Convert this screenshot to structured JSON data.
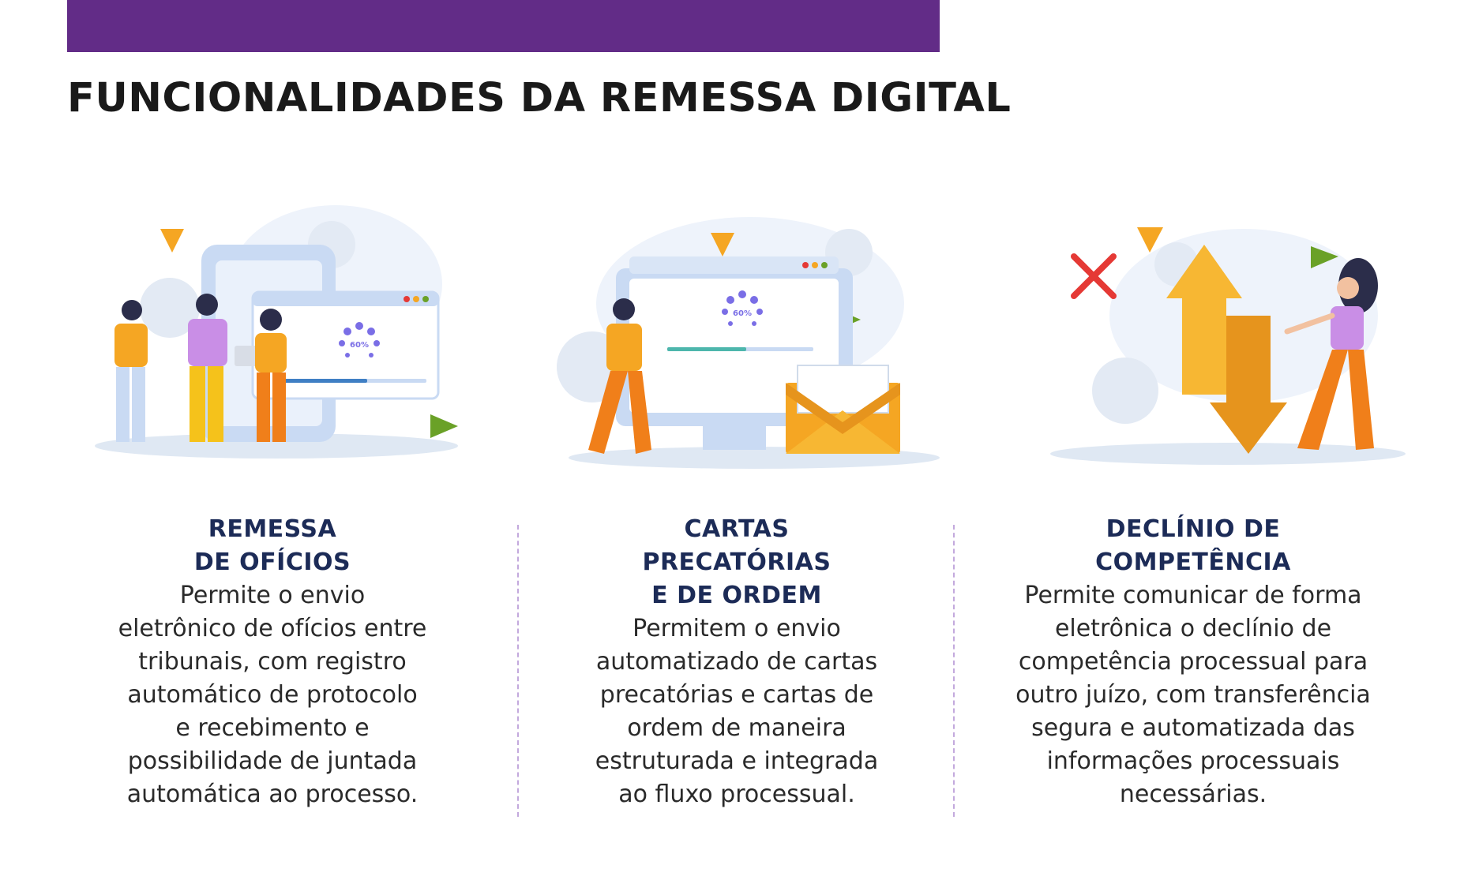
{
  "header": {
    "title": "FUNCIONALIDADES DA REMESSA DIGITAL"
  },
  "illustrations": {
    "progress_label": "60%"
  },
  "features": [
    {
      "heading": "REMESSA\nDE OFÍCIOS",
      "text": "Permite o envio\neletrônico de ofícios entre\ntribunais, com registro\nautomático de protocolo\ne recebimento e\npossibilidade de juntada\nautomática ao processo."
    },
    {
      "heading": "CARTAS\nPRECATÓRIAS\nE DE ORDEM",
      "text": "Permitem o envio\nautomatizado de cartas\nprecatórias e cartas de\nordem de maneira\nestruturada e integrada\nao fluxo processual."
    },
    {
      "heading": "DECLÍNIO DE\nCOMPETÊNCIA",
      "text": "Permite comunicar de forma\neletrônica o declínio de\ncompetência processual para\noutro juízo, com transferência\nsegura e automatizada das\ninformações processuais\nnecessárias."
    }
  ],
  "colors": {
    "brand_purple": "#622c87",
    "heading_navy": "#1c2b57",
    "accent_orange": "#f5a623",
    "accent_green": "#6aa127",
    "accent_red": "#e53935"
  }
}
